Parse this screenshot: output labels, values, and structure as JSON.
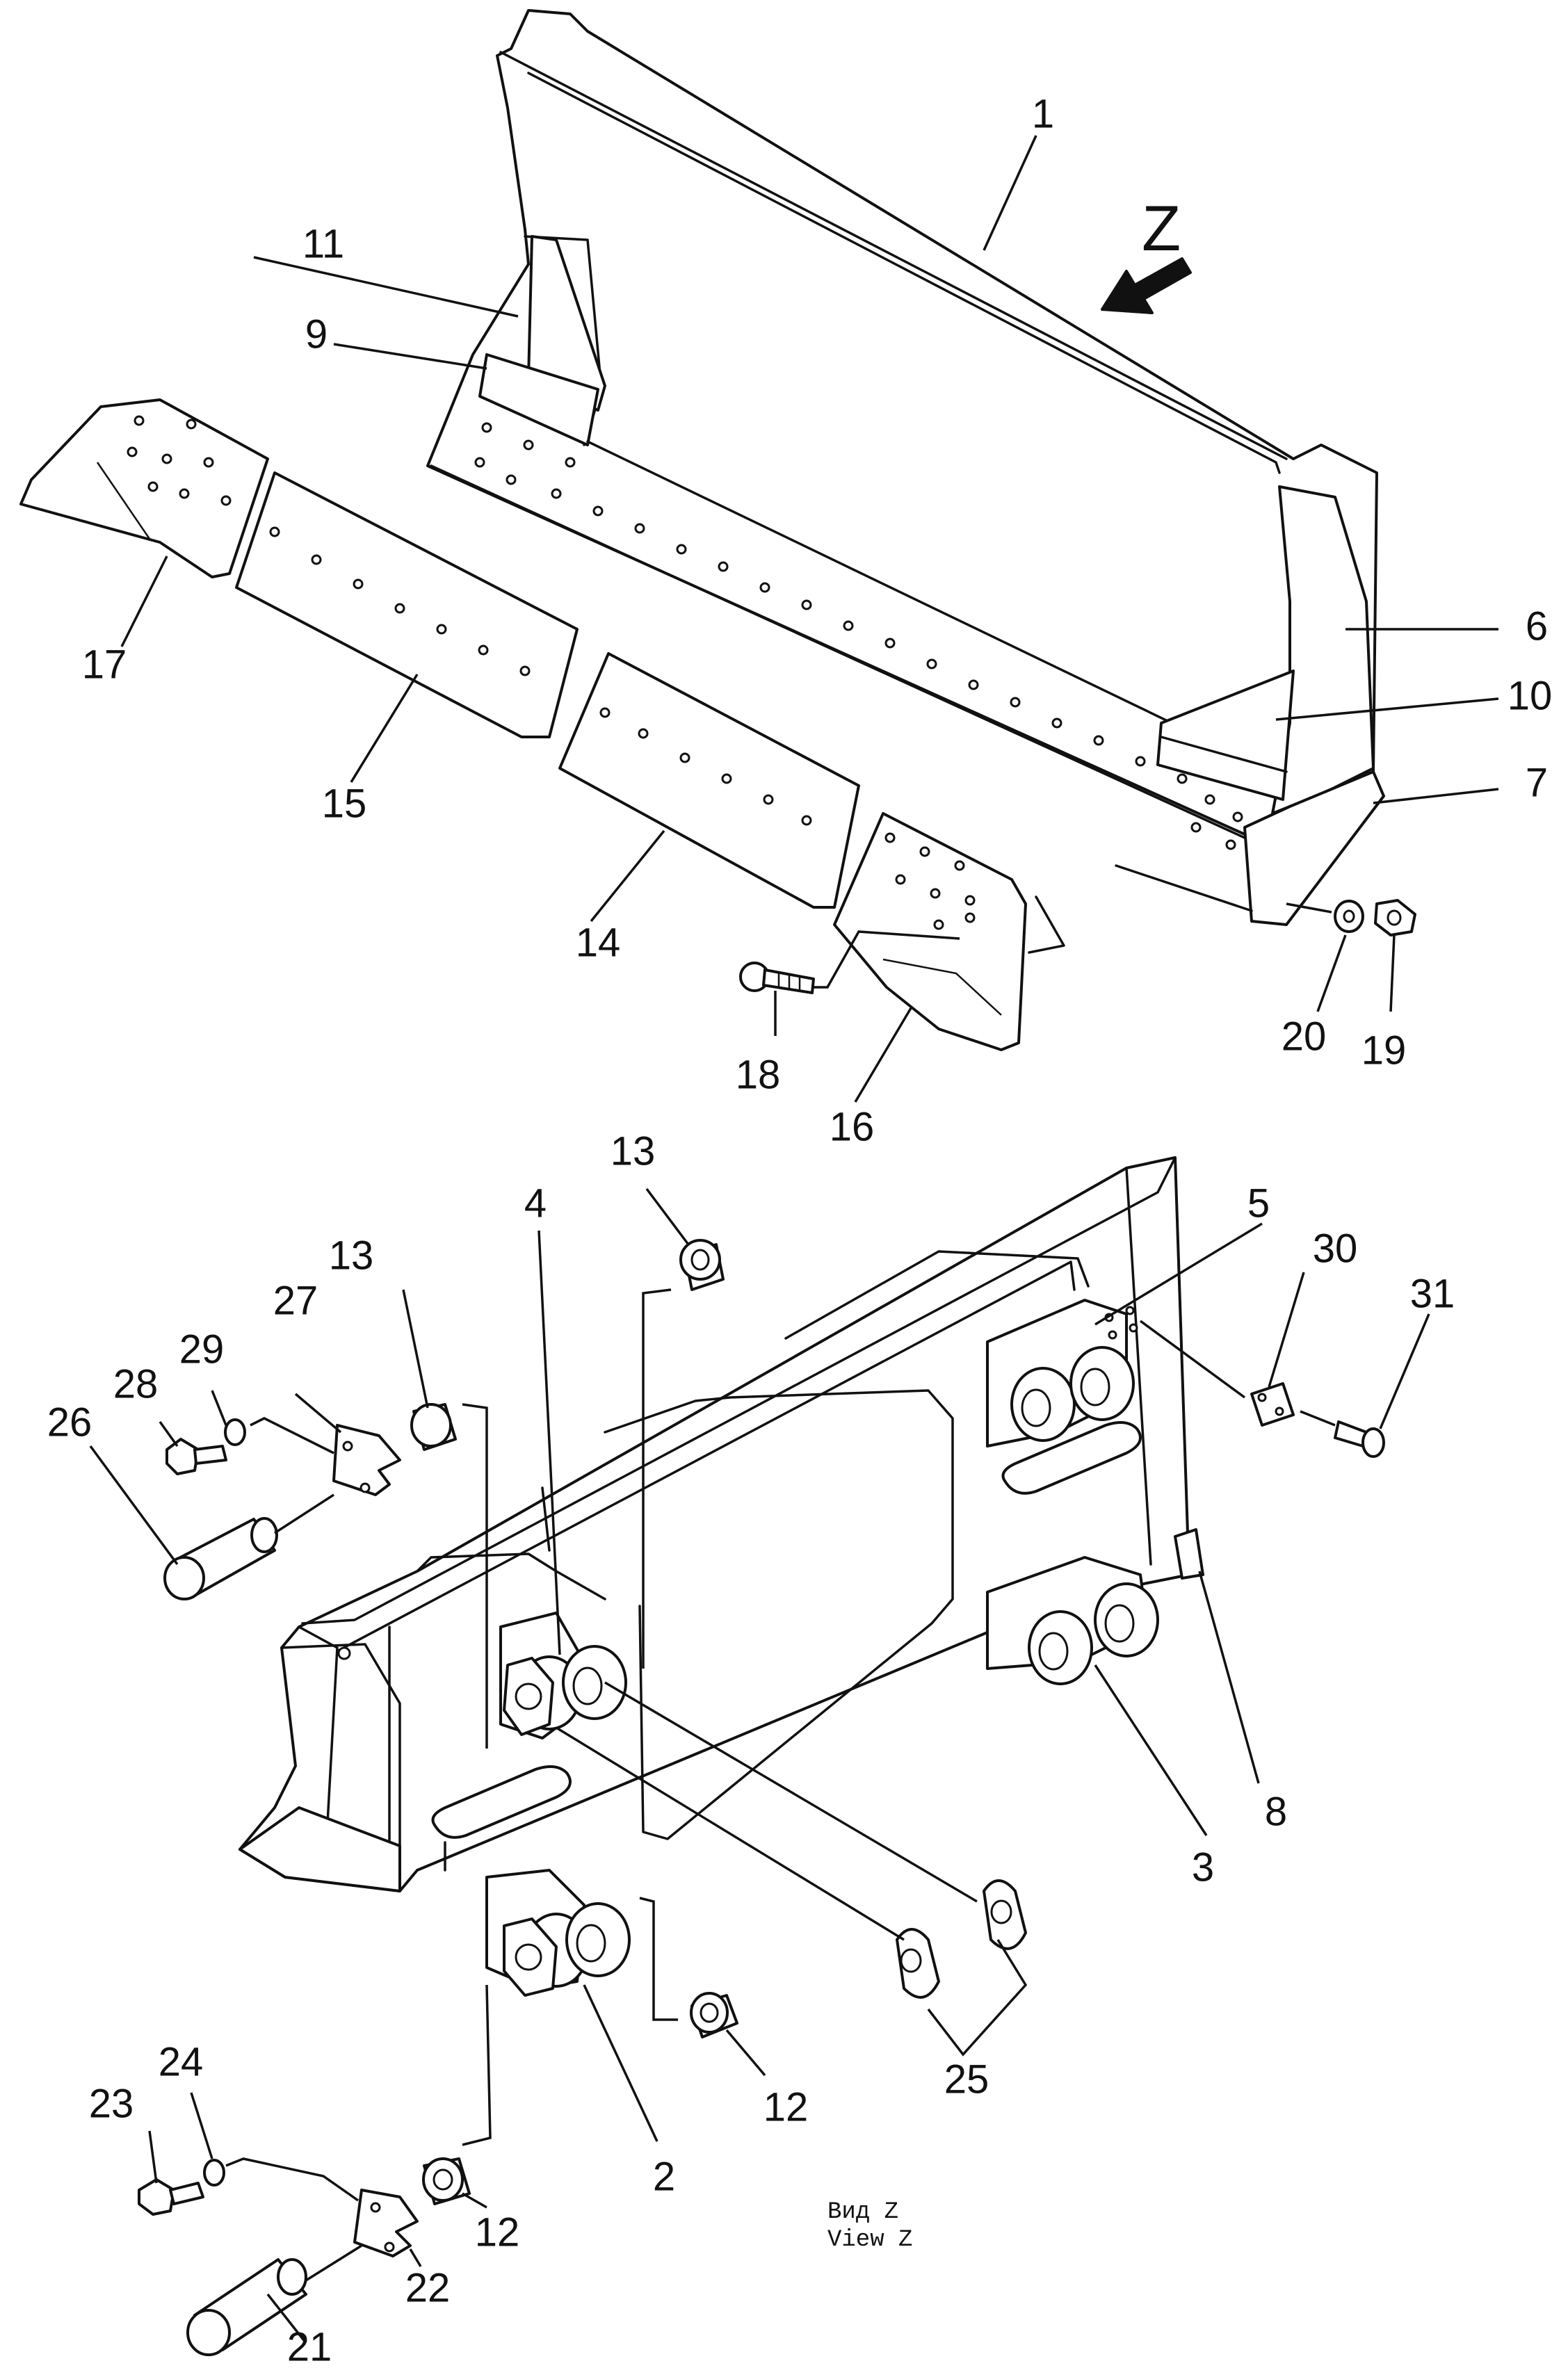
{
  "view_marker": {
    "letter": "Z"
  },
  "view_note": {
    "line1": "Вид  Z",
    "line2": "View Z"
  },
  "callouts": {
    "c1": "1",
    "c2": "2",
    "c3": "3",
    "c4": "4",
    "c5": "5",
    "c6": "6",
    "c7": "7",
    "c8": "8",
    "c9": "9",
    "c10": "10",
    "c11": "11",
    "c12a": "12",
    "c12b": "12",
    "c13a": "13",
    "c13b": "13",
    "c14": "14",
    "c15": "15",
    "c16": "16",
    "c17": "17",
    "c18": "18",
    "c19": "19",
    "c20": "20",
    "c21": "21",
    "c22": "22",
    "c23": "23",
    "c24": "24",
    "c25": "25",
    "c26": "26",
    "c27": "27",
    "c28": "28",
    "c29": "29",
    "c30": "30",
    "c31": "31"
  }
}
